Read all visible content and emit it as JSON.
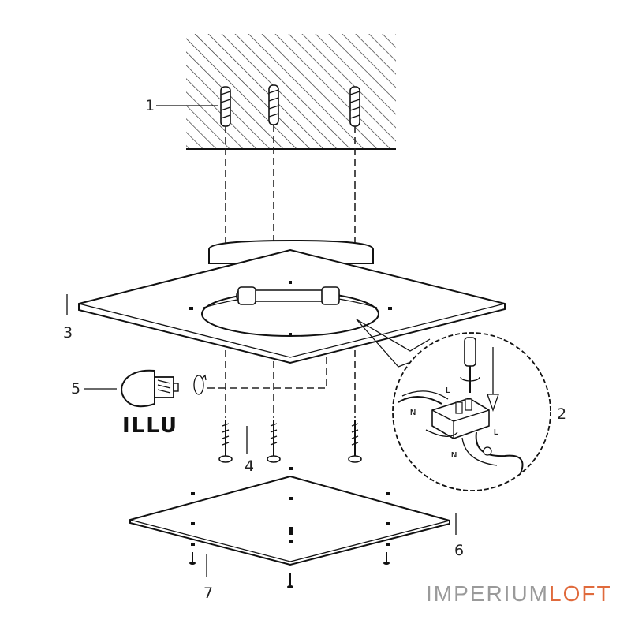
{
  "callouts": {
    "c1": "1",
    "c2": "2",
    "c3": "3",
    "c4": "4",
    "c5": "5",
    "c6": "6",
    "c7": "7"
  },
  "wiring": {
    "live_1": "L",
    "neutral_1": "N",
    "live_2": "L",
    "neutral_2": "N"
  },
  "bulb_label": "ILLU",
  "watermark": {
    "part_a": "IMPERIUM",
    "part_b": "LOFT",
    "color_a": "#9a9a9a",
    "color_b": "#e06a3c"
  }
}
